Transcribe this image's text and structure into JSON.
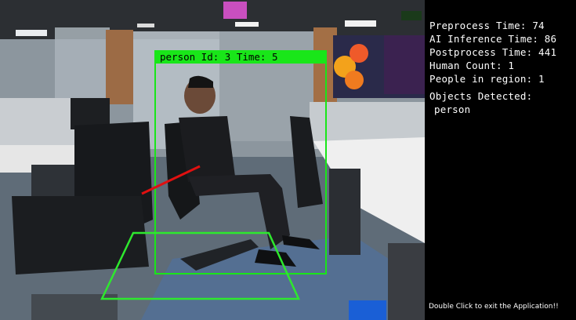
{
  "window": {
    "title": "Human Detection Application"
  },
  "detection": {
    "label": "person Id: 3 Time: 5",
    "box_color": "#19e619",
    "region_color": "#2ee82e",
    "link_color": "#e01010"
  },
  "stats": {
    "preprocess": "Preprocess Time: 74",
    "inference": "AI Inference Time: 86",
    "postprocess": "Postprocess Time: 441",
    "human_count": "Human Count: 1",
    "people_in_region": "People in region: 1"
  },
  "objects": {
    "heading": "Objects Detected:",
    "items": [
      "person"
    ]
  },
  "footer": {
    "hint": "Double Click to exit the Application!!"
  }
}
